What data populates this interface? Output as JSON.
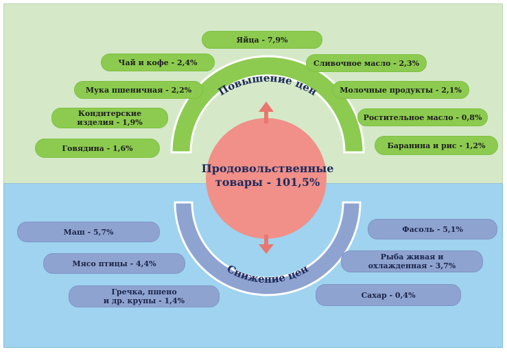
{
  "center": {
    "label": "Продовольственные\nтовары - 101,5%"
  },
  "increase": {
    "arc_label": "Повышение цен",
    "items": [
      {
        "text": "Яйца - 7,9%"
      },
      {
        "text": "Чай и кофе - 2,4%"
      },
      {
        "text": "Сливочное масло - 2,3%"
      },
      {
        "text": "Мука пшеничная - 2,2%"
      },
      {
        "text": "Молочные продукты - 2,1%"
      },
      {
        "text": "Кондитерские\nизделия - 1,9%"
      },
      {
        "text": "Ростительное масло - 0,8%"
      },
      {
        "text": "Говядина - 1,6%"
      },
      {
        "text": "Баранина и рис - 1,2%"
      }
    ]
  },
  "decrease": {
    "arc_label": "Снижение цен",
    "items": [
      {
        "text": "Маш - 5,7%"
      },
      {
        "text": "Фасоль - 5,1%"
      },
      {
        "text": "Мясо птицы - 4,4%"
      },
      {
        "text": "Рыба живая и\nохлажденная - 3,7%"
      },
      {
        "text": "Гречка, пшено\nи др. крупы - 1,4%"
      },
      {
        "text": "Сахар - 0,4%"
      }
    ]
  },
  "colors": {
    "increase": "#8ccb4f",
    "decrease": "#8ea3d0",
    "circle": "#f09088",
    "arrow": "#e8786f",
    "top_background": "#d5e9c8",
    "bottom_background": "#9fd3ef"
  }
}
